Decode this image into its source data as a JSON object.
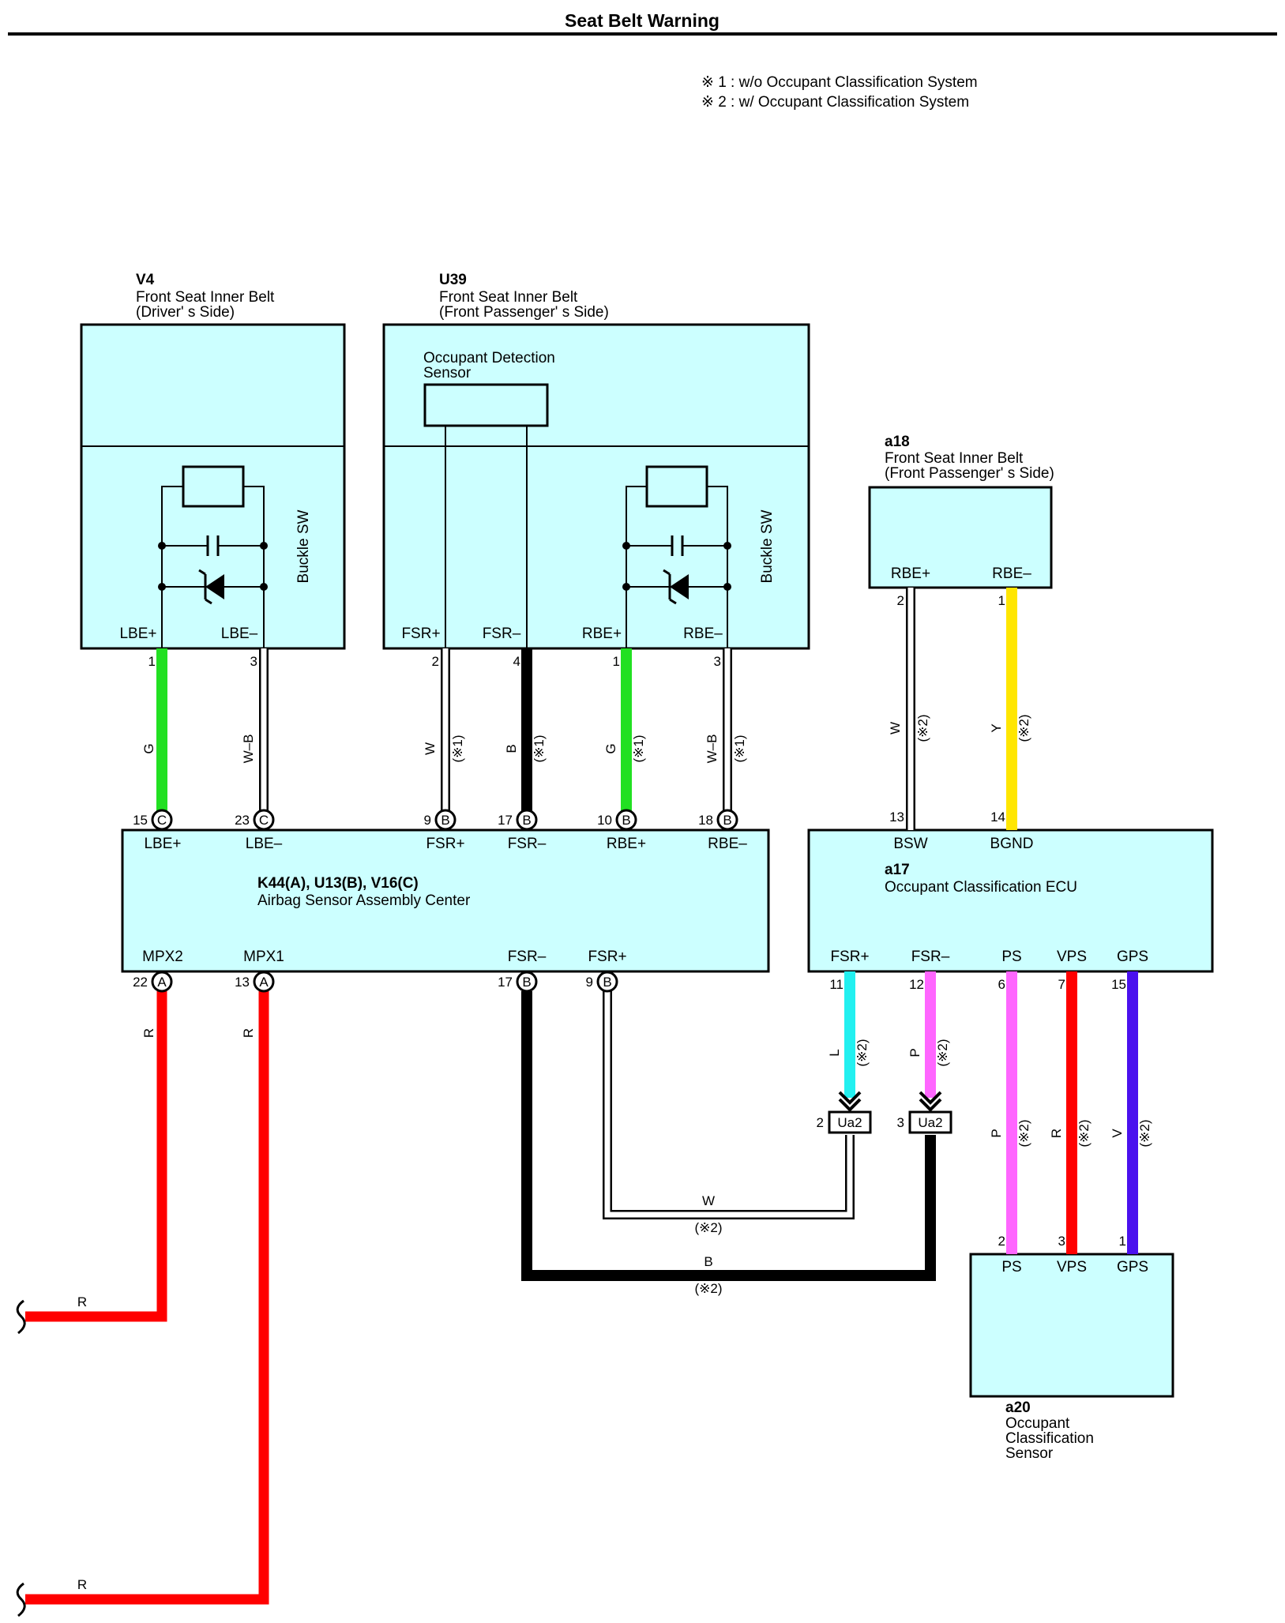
{
  "title": "Seat Belt Warning",
  "notes": [
    "※ 1 : w/o Occupant Classification System",
    "※ 2 : w/ Occupant Classification System"
  ],
  "components": {
    "v4": {
      "code": "V4",
      "name_line1": "Front Seat Inner Belt",
      "name_line2": "(Driver'  s Side)",
      "sw_label": "Buckle SW",
      "term_pos": "LBE+",
      "term_neg": "LBE–"
    },
    "u39": {
      "code": "U39",
      "name_line1": "Front Seat Inner Belt",
      "name_line2": "(Front Passenger'  s Side)",
      "sensor_line1": "Occupant Detection",
      "sensor_line2": "Sensor",
      "sw_label": "Buckle SW",
      "terms": [
        "FSR+",
        "FSR–",
        "RBE+",
        "RBE–"
      ]
    },
    "a18": {
      "code": "a18",
      "name_line1": "Front Seat Inner Belt",
      "name_line2": "(Front Passenger'  s Side)",
      "terms": [
        "RBE+",
        "RBE–"
      ]
    },
    "airbag": {
      "code": "K44(A), U13(B), V16(C)",
      "name": "Airbag Sensor Assembly Center",
      "top_terms": [
        "LBE+",
        "LBE–",
        "FSR+",
        "FSR–",
        "RBE+",
        "RBE–"
      ],
      "bottom_terms": [
        "MPX2",
        "MPX1",
        "FSR–",
        "FSR+"
      ]
    },
    "a17": {
      "code": "a17",
      "name": "Occupant Classification ECU",
      "top_terms": [
        "BSW",
        "BGND"
      ],
      "bottom_terms": [
        "FSR+",
        "FSR–",
        "PS",
        "VPS",
        "GPS"
      ]
    },
    "a20": {
      "code": "a20",
      "name_line1": "Occupant",
      "name_line2": "Classification",
      "name_line3": "Sensor",
      "terms": [
        "PS",
        "VPS",
        "GPS"
      ]
    }
  },
  "connectors": {
    "ua2": "Ua2"
  },
  "connector_pins": {
    "v4_top": [
      "1",
      "3"
    ],
    "u39_top": [
      "2",
      "4",
      "1",
      "3"
    ],
    "a18_top": [
      "2",
      "1"
    ],
    "airbag_top": [
      {
        "pin": "15",
        "conn": "C"
      },
      {
        "pin": "23",
        "conn": "C"
      },
      {
        "pin": "9",
        "conn": "B"
      },
      {
        "pin": "17",
        "conn": "B"
      },
      {
        "pin": "10",
        "conn": "B"
      },
      {
        "pin": "18",
        "conn": "B"
      }
    ],
    "airbag_bottom": [
      {
        "pin": "22",
        "conn": "A"
      },
      {
        "pin": "13",
        "conn": "A"
      },
      {
        "pin": "17",
        "conn": "B"
      },
      {
        "pin": "9",
        "conn": "B"
      }
    ],
    "a17_top": [
      "13",
      "14"
    ],
    "a17_bottom": [
      "11",
      "12",
      "6",
      "7",
      "15"
    ],
    "ua2_pins": [
      "2",
      "3"
    ],
    "a20_top": [
      "2",
      "3",
      "1"
    ]
  },
  "wire_colors": {
    "G": "#22e022",
    "W": "#ffffff",
    "B": "#000000",
    "W-B": "#ffffff",
    "Y": "#ffe600",
    "L": "#22f0f0",
    "P": "#ff66ff",
    "R": "#ff0000",
    "V": "#4a11ee"
  },
  "wires": [
    {
      "id": "v4-g",
      "code": "G",
      "note": ""
    },
    {
      "id": "v4-wb",
      "code": "W–B",
      "note": ""
    },
    {
      "id": "u39-w",
      "code": "W",
      "note": "(※1)"
    },
    {
      "id": "u39-b",
      "code": "B",
      "note": "(※1)"
    },
    {
      "id": "u39-g",
      "code": "G",
      "note": "(※1)"
    },
    {
      "id": "u39-wb",
      "code": "W–B",
      "note": "(※1)"
    },
    {
      "id": "a18-w",
      "code": "W",
      "note": "(※2)"
    },
    {
      "id": "a18-y",
      "code": "Y",
      "note": "(※2)"
    },
    {
      "id": "mpx2-r",
      "code": "R",
      "note": ""
    },
    {
      "id": "mpx1-r",
      "code": "R",
      "note": ""
    },
    {
      "id": "fsrp-w",
      "code": "W",
      "note": "(※2)"
    },
    {
      "id": "fsrm-b",
      "code": "B",
      "note": "(※2)"
    },
    {
      "id": "a17-l",
      "code": "L",
      "note": "(※2)"
    },
    {
      "id": "a17-p",
      "code": "P",
      "note": "(※2)"
    },
    {
      "id": "ps-p",
      "code": "P",
      "note": "(※2)"
    },
    {
      "id": "vps-r",
      "code": "R",
      "note": "(※2)"
    },
    {
      "id": "gps-v",
      "code": "V",
      "note": "(※2)"
    },
    {
      "id": "bottom-r1",
      "code": "R",
      "note": ""
    },
    {
      "id": "bottom-r2",
      "code": "R",
      "note": ""
    }
  ]
}
